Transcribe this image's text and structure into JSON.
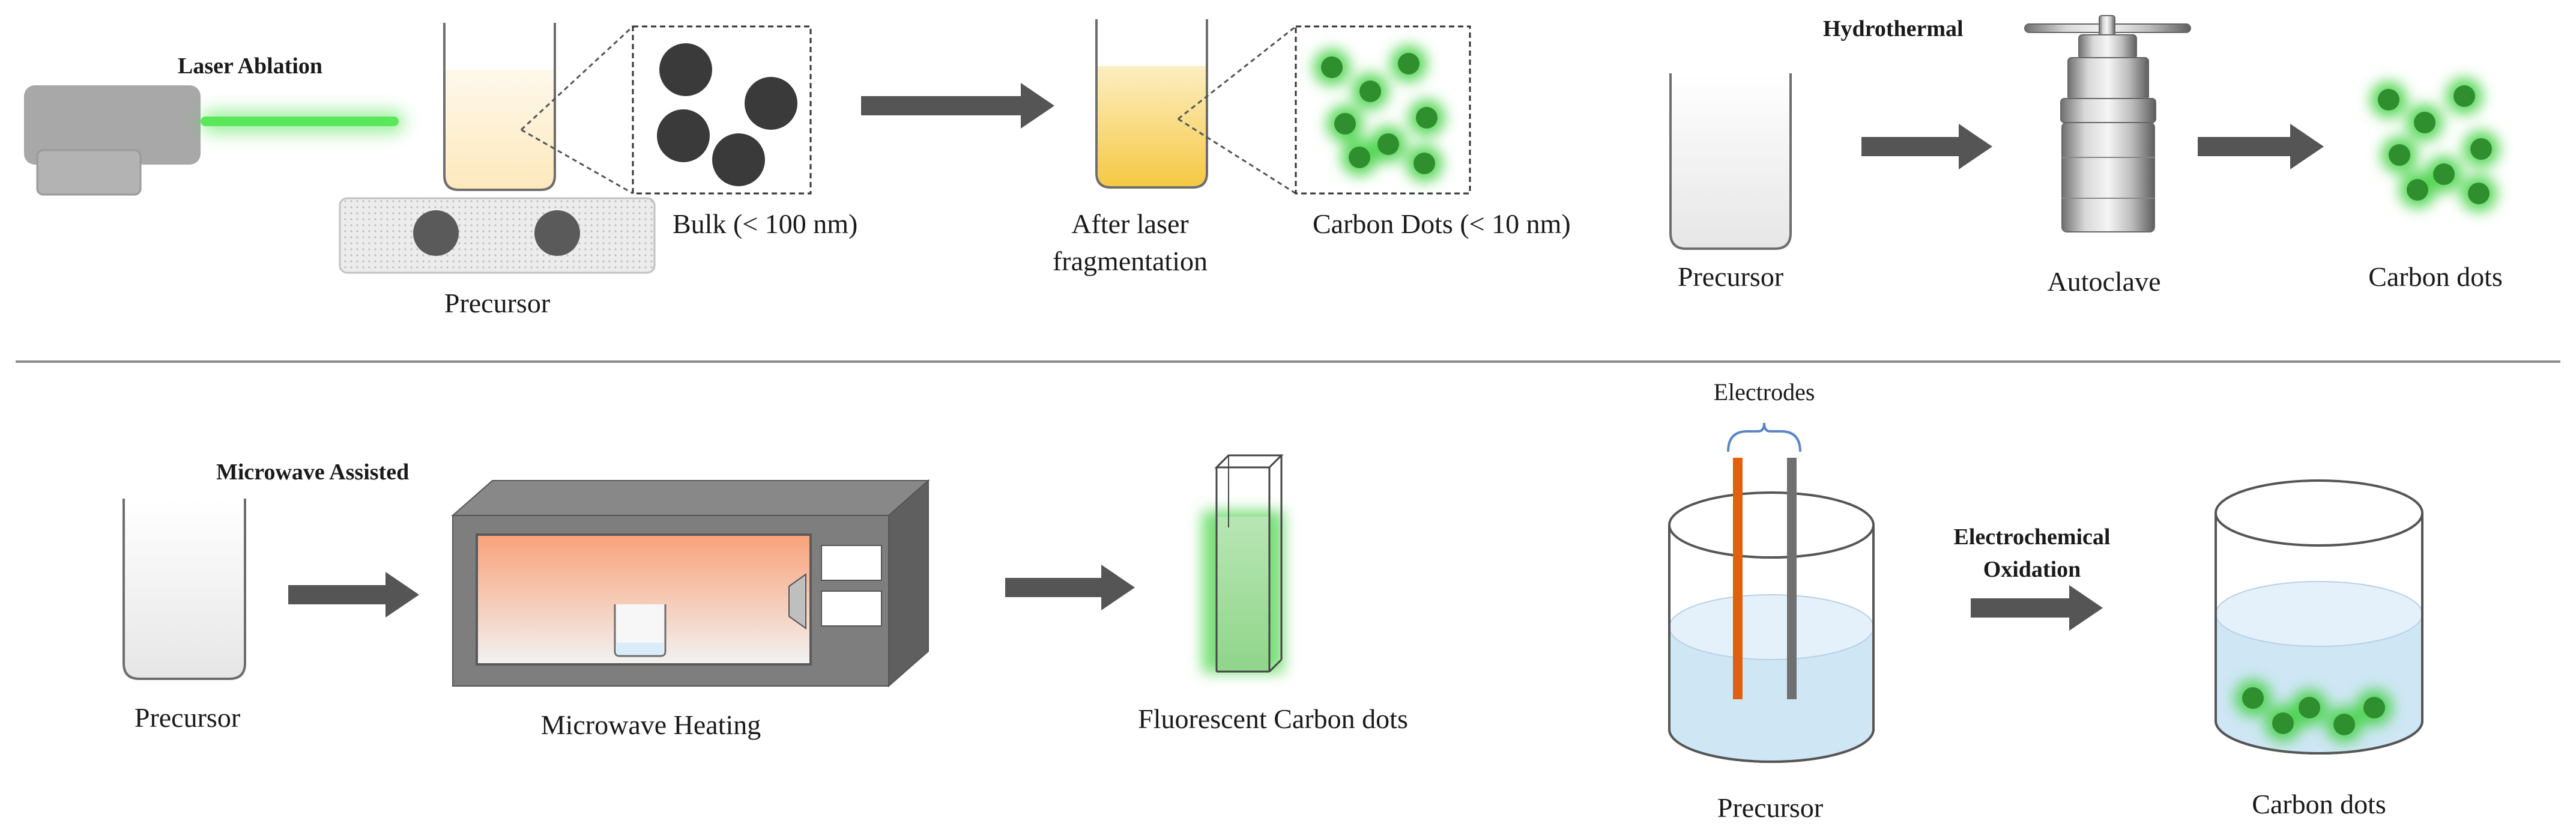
{
  "titles": {
    "laser": "Laser Ablation",
    "hydrothermal": "Hydrothermal",
    "microwave": "Microwave Assisted",
    "electrochem_line1": "Electrochemical",
    "electrochem_line2": "Oxidation"
  },
  "labels": {
    "laser_precursor": "Precursor",
    "bulk": "Bulk (< 100 nm)",
    "after_line1": "After laser",
    "after_line2": "fragmentation",
    "laser_carbon_dots": "Carbon Dots (< 10 nm)",
    "hydro_precursor": "Precursor",
    "autoclave": "Autoclave",
    "hydro_carbon_dots": "Carbon dots",
    "micro_precursor": "Precursor",
    "microwave_heating": "Microwave Heating",
    "fluorescent": "Fluorescent Carbon dots",
    "electrodes": "Electrodes",
    "electro_precursor": "Precursor",
    "electro_carbon_dots": "Carbon dots"
  },
  "colors": {
    "arrow": "#555555",
    "glow_green": "#3fd23f",
    "dot_green": "#2f8f2f",
    "bulk_particle": "#3a3a3a",
    "liquid_yellow": "#f5c842",
    "liquid_blue": "#cfe6f5",
    "anode": "#e06010",
    "cathode": "#707070",
    "laser_body": "#a8a8a8",
    "divider": "#8c8c8c"
  }
}
